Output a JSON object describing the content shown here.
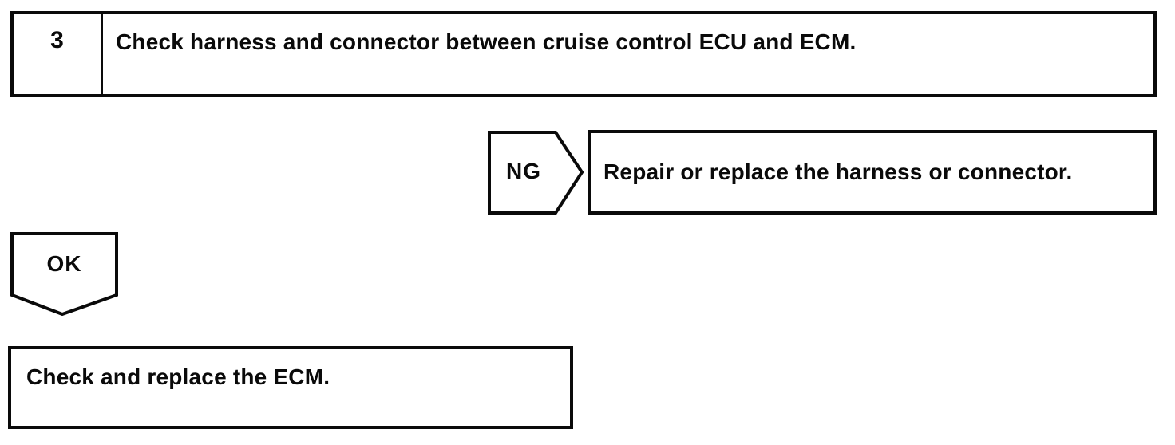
{
  "colors": {
    "ink": "#0a0a0a",
    "paper": "#ffffff"
  },
  "flowchart": {
    "step_box": {
      "number": "3",
      "instruction": "Check harness and connector between cruise control ECU and ECM."
    },
    "ng_branch": {
      "connector_label": "NG",
      "result": "Repair or replace the harness or connector."
    },
    "ok_branch": {
      "connector_label": "OK",
      "result": "Check and replace the ECM."
    }
  }
}
